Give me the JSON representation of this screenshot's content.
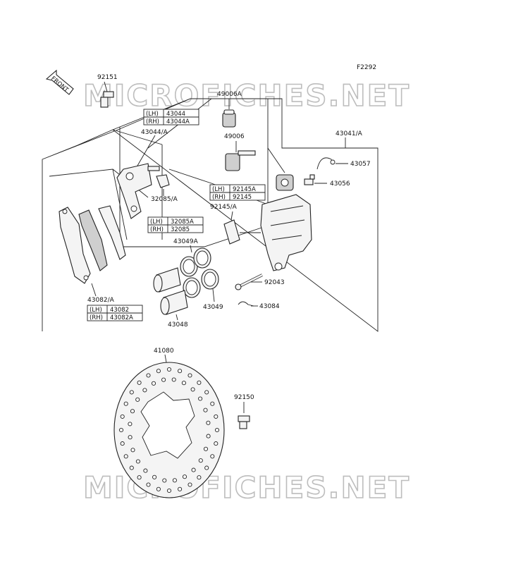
{
  "diagram_id": "F2292",
  "watermark": "MICROFICHES.NET",
  "front_label": "FRONT",
  "labels": {
    "p92151": "92151",
    "p49006A": "49006A",
    "p49006": "49006",
    "p43044A": "43044/A",
    "p43041A": "43041/A",
    "p43057": "43057",
    "p43056": "43056",
    "p32085A": "32085/A",
    "p92145A": "92145/A",
    "p43049A": "43049A",
    "p92043": "92043",
    "p43049": "43049",
    "p43084": "43084",
    "p43082A": "43082/A",
    "p43048": "43048",
    "p41080": "41080",
    "p92150": "92150"
  },
  "tables": {
    "t43044": [
      {
        "side": "(LH)",
        "part": "43044"
      },
      {
        "side": "(RH)",
        "part": "43044A"
      }
    ],
    "t92145": [
      {
        "side": "(LH)",
        "part": "92145A"
      },
      {
        "side": "(RH)",
        "part": "92145"
      }
    ],
    "t32085": [
      {
        "side": "(LH)",
        "part": "32085A"
      },
      {
        "side": "(RH)",
        "part": "32085"
      }
    ],
    "t43082": [
      {
        "side": "(LH)",
        "part": "43082"
      },
      {
        "side": "(RH)",
        "part": "43082A"
      }
    ]
  }
}
